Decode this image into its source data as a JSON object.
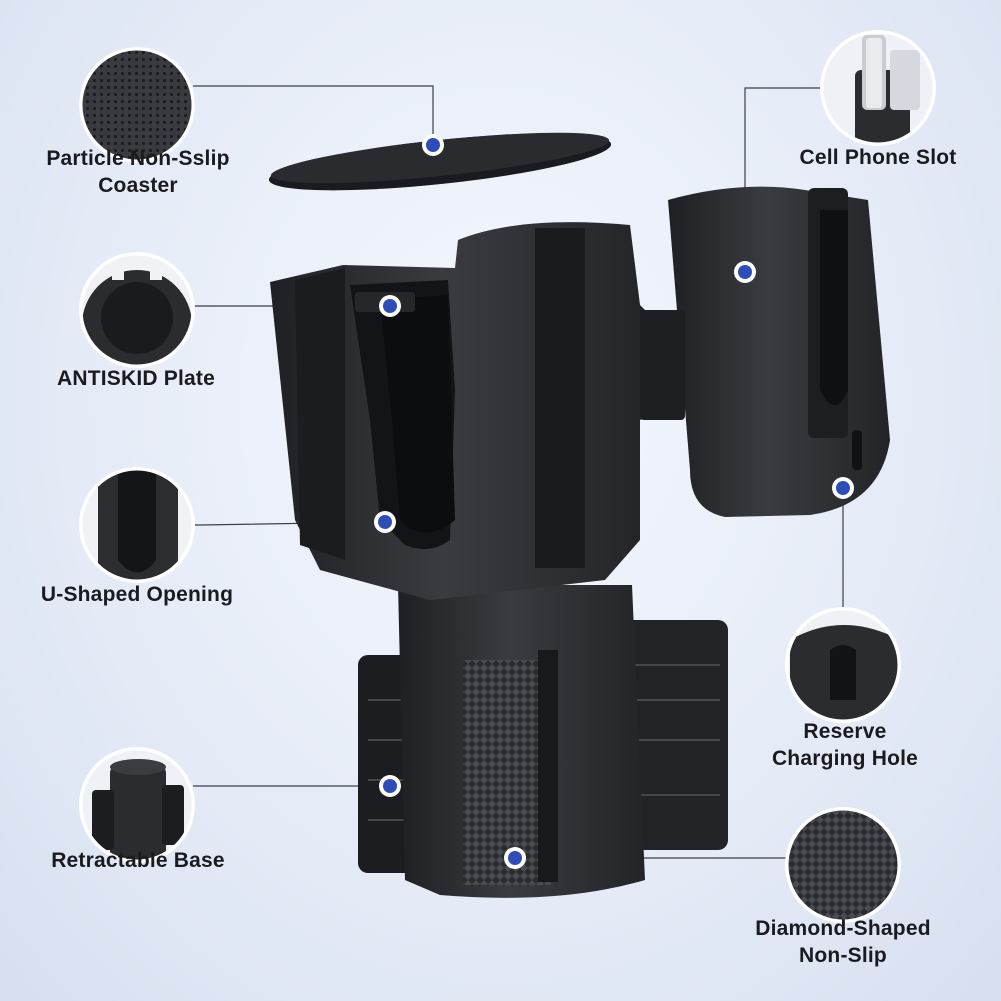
{
  "labels": {
    "coaster": [
      "Particle Non-Sslip",
      "Coaster"
    ],
    "phone_slot": [
      "Cell Phone Slot"
    ],
    "antiskid": [
      "ANTISKID Plate"
    ],
    "u_opening": [
      "U-Shaped Opening"
    ],
    "charging": [
      "Reserve",
      "Charging Hole"
    ],
    "retractable": [
      "Retractable Base"
    ],
    "diamond": [
      "Diamond-Shaped",
      "Non-Slip"
    ]
  },
  "colors": {
    "background": "#e6ecf7",
    "product": "#2b2c30",
    "marker": "#2e4db8",
    "text": "#1b1b1f"
  }
}
